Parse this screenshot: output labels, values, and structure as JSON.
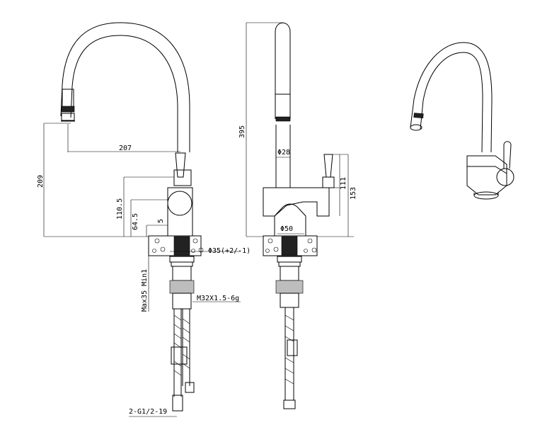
{
  "front_view": {
    "dim_reach": "207",
    "dim_total_height": "209",
    "dim_body_height": "110.5",
    "dim_lever_height": "64.5",
    "dim_small": "5",
    "dim_hole": "Φ35(+2/-1)",
    "dim_deck_thickness": "Max35 Min1",
    "dim_thread": "M32X1.5-6g",
    "dim_hose_thread": "2-G1/2-19"
  },
  "side_view": {
    "dim_height": "395",
    "dim_spout_diameter": "Φ28",
    "dim_lever_height": "111",
    "dim_body_height": "153",
    "dim_base_diameter": "Φ50"
  },
  "colors": {
    "line": "#000000",
    "background": "#ffffff",
    "hose_fill": "#bdbdbd",
    "dark_part": "#222222"
  }
}
